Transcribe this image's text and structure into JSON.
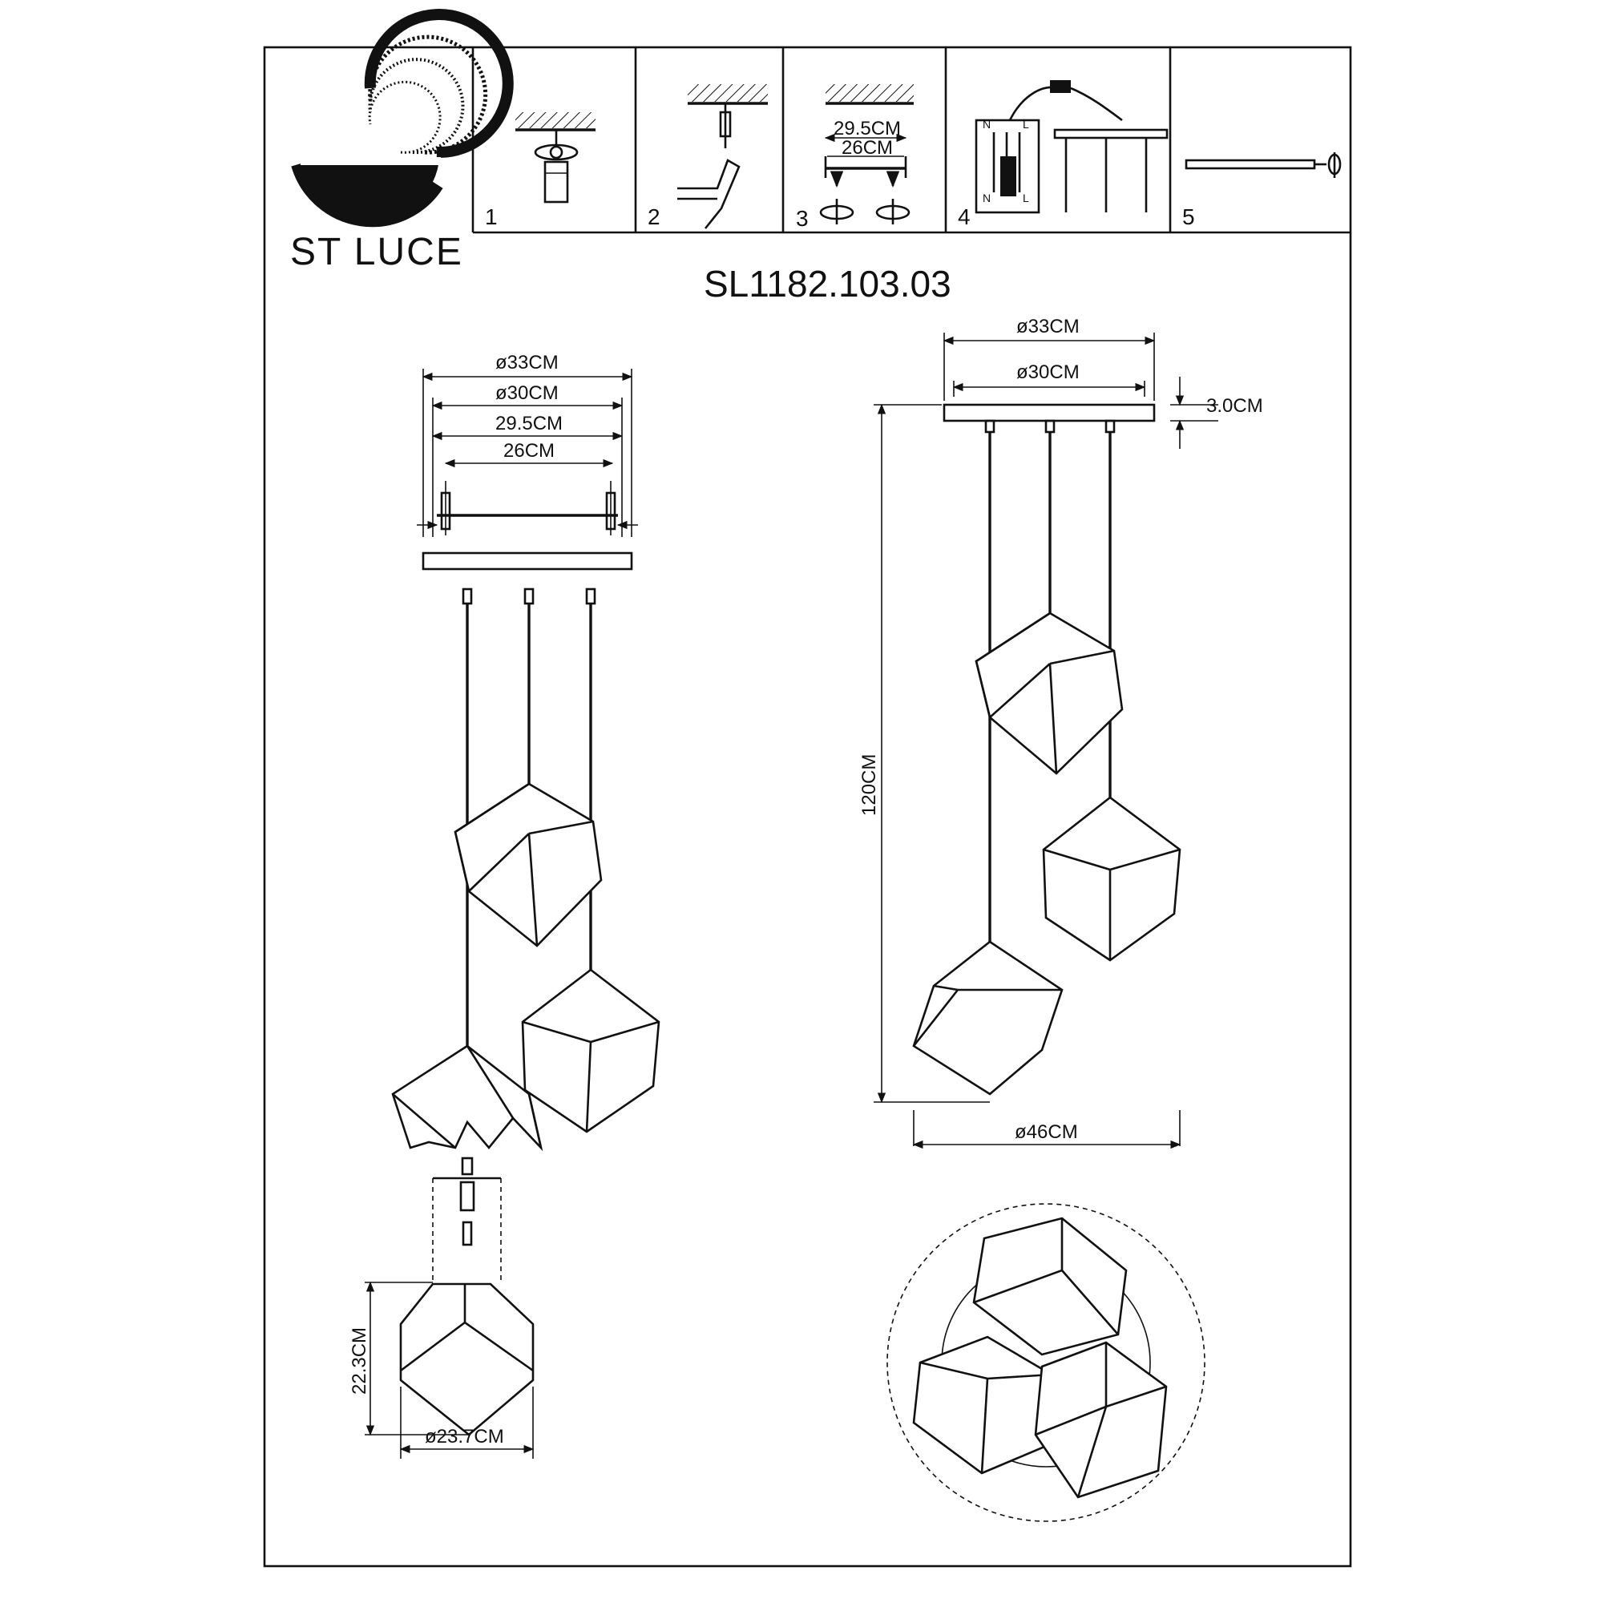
{
  "brand": {
    "name": "ST LUCE",
    "logo_icon": "swirl-s-logo-icon"
  },
  "model": "SL1182.103.03",
  "steps": [
    {
      "num": "1",
      "icon": "ceiling-bracket-icon"
    },
    {
      "num": "2",
      "icon": "ceiling-drill-icon"
    },
    {
      "num": "3",
      "icon": "mounting-plate-icon",
      "dims": [
        "29.5CM",
        "26CM"
      ]
    },
    {
      "num": "4",
      "icon": "wiring-diagram-icon",
      "wire_labels": [
        "N",
        "L",
        "N",
        "L"
      ]
    },
    {
      "num": "5",
      "icon": "canopy-fix-icon"
    }
  ],
  "front_view": {
    "dims": [
      "ø33CM",
      "ø30CM",
      "29.5CM",
      "26CM"
    ],
    "shade_height": "22.3CM",
    "shade_width": "ø23.7CM"
  },
  "side_view": {
    "dims": [
      "ø33CM",
      "ø30CM"
    ],
    "canopy_height": "3.0CM",
    "drop_height": "120CM",
    "spread": "ø46CM"
  }
}
